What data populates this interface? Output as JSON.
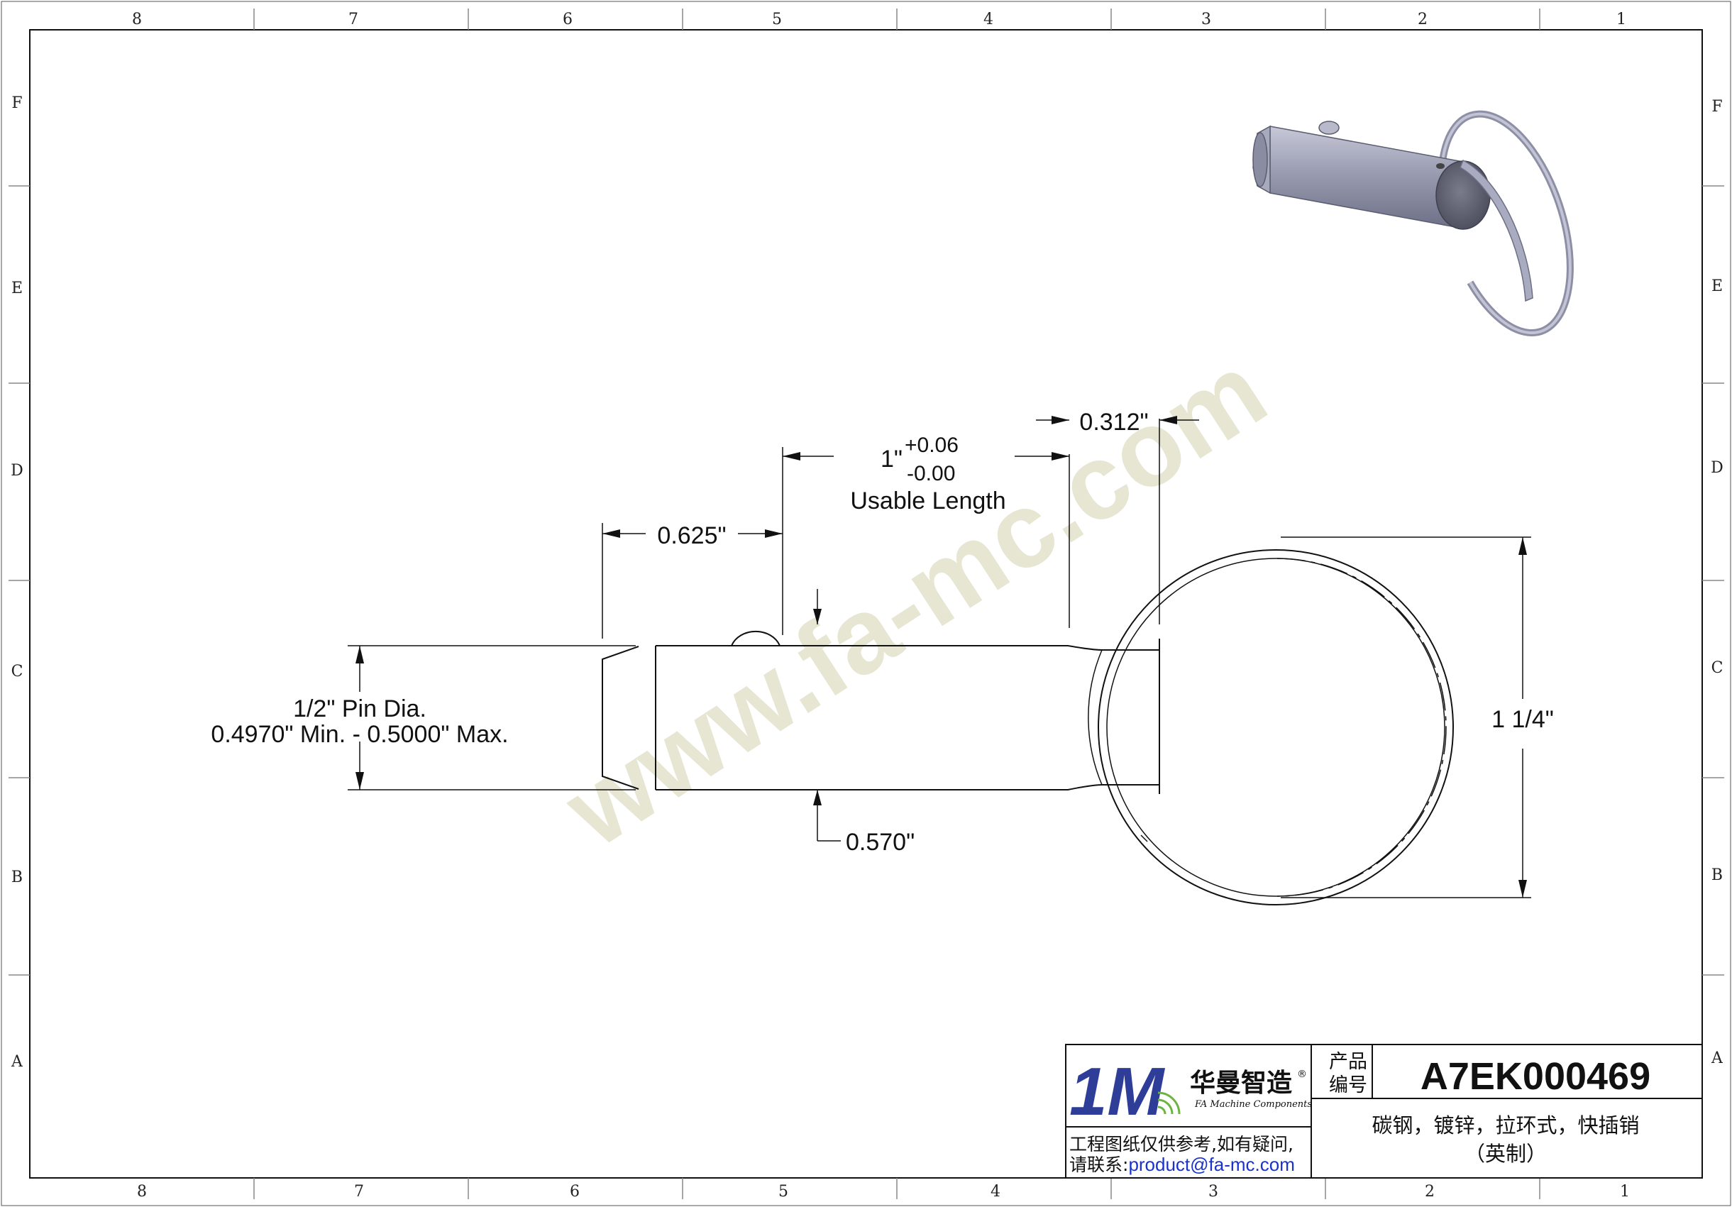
{
  "grid": {
    "columns_top": [
      "8",
      "7",
      "6",
      "5",
      "4",
      "3",
      "2",
      "1"
    ],
    "columns_bottom": [
      "8",
      "7",
      "6",
      "5",
      "4",
      "3",
      "2",
      "1"
    ],
    "rows": [
      "F",
      "E",
      "D",
      "C",
      "B",
      "A"
    ]
  },
  "watermark": {
    "text": "www.fa-mc.com",
    "color": "#e6e6d2"
  },
  "dimensions": {
    "shoulder_offset": "0.625\"",
    "usable_length_nominal": "1\"",
    "usable_length_tol_plus": "+0.06",
    "usable_length_tol_minus": "-0.00",
    "usable_length_label": "Usable Length",
    "ring_gap": "0.312\"",
    "pin_dia_line1": "1/2\" Pin Dia.",
    "pin_dia_line2": "0.4970\" Min. - 0.5000\" Max.",
    "groove_dia": "0.570\"",
    "ring_dia": "1 1/4\""
  },
  "title_block": {
    "logo_mark": "1M",
    "logo_cn": "华曼智造",
    "logo_reg": "®",
    "logo_en": "FA Machine Components",
    "product_label_line1": "产品",
    "product_label_line2": "编号",
    "product_code": "A7EK000469",
    "description_line1": "碳钢，镀锌，拉环式，快插销",
    "description_line2": "（英制）",
    "note_line1": "工程图纸仅供参考,如有疑问,",
    "note_line2_prefix": "请联系:",
    "note_email": "product@fa-mc.com",
    "colors": {
      "logo_green": "#6db33f",
      "logo_blue": "#2e3d98",
      "email_blue": "#1a33cc"
    }
  }
}
